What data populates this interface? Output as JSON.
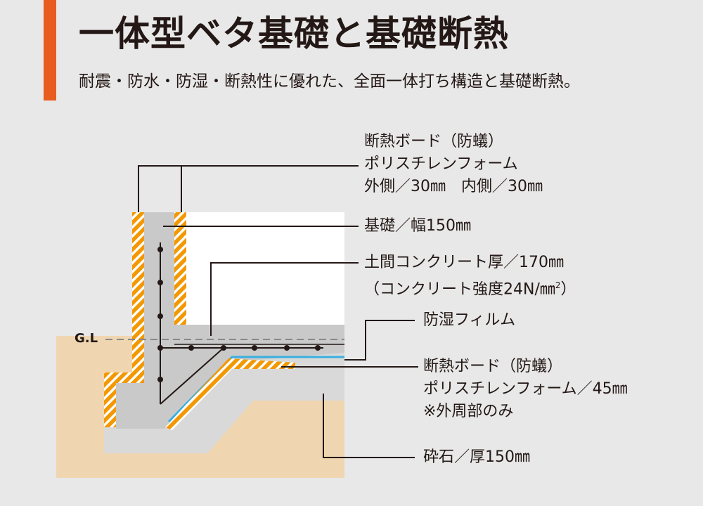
{
  "title": "一体型ベタ基礎と基礎断熱",
  "subtitle": "耐震・防水・防湿・断熱性に優れた、全面一体打ち構造と基礎断熱。",
  "colors": {
    "accent": "#e85c1f",
    "insulation": "#f39800",
    "concrete": "#c9c9c9",
    "gravel": "#d9d9d9",
    "soil": "#efd6b0",
    "moisture_film": "#3aaee0",
    "line": "#231815"
  },
  "gl_label": "G.L",
  "labels": {
    "insulation_top": {
      "line1": "断熱ボード（防蟻）",
      "line2": "ポリスチレンフォーム",
      "line3": "外側／30㎜　内側／30㎜"
    },
    "foundation": "基礎／幅150㎜",
    "slab": {
      "line1": "土間コンクリート厚／170㎜",
      "line2_main": "（コンクリート強度24N/㎜",
      "line2_sup": "2",
      "line2_end": "）"
    },
    "moisture_film": "防湿フィルム",
    "insulation_bottom": {
      "line1": "断熱ボード（防蟻）",
      "line2": "ポリスチレンフォーム／45㎜",
      "line3": "※外周部のみ"
    },
    "gravel": "砕石／厚150㎜"
  }
}
